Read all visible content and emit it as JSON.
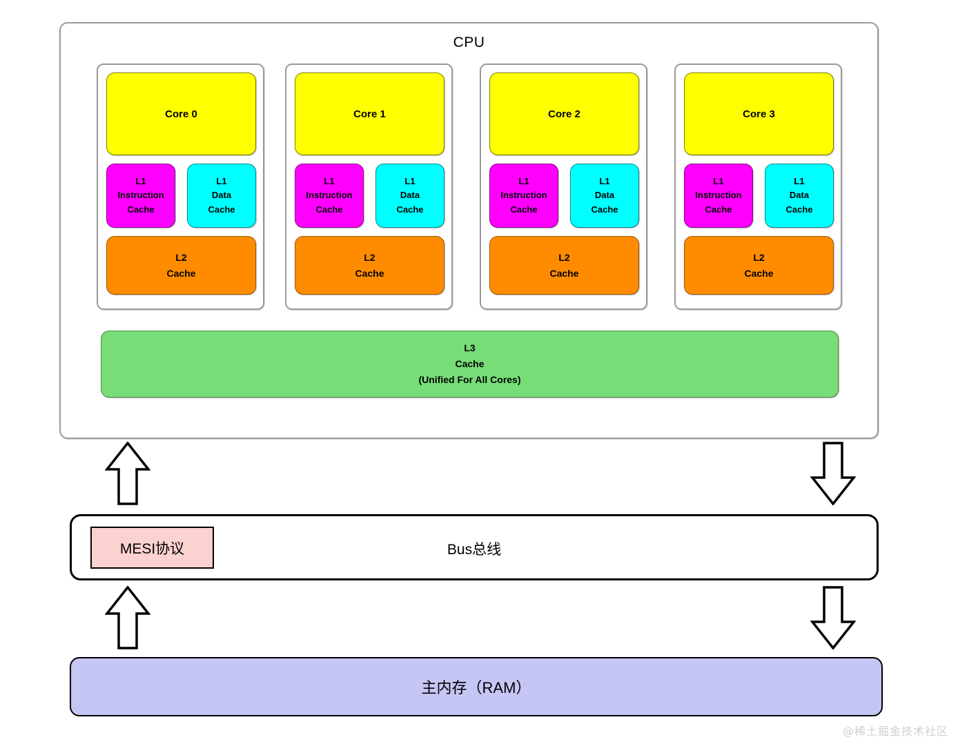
{
  "cpu": {
    "title": "CPU",
    "cores": [
      {
        "core_label": "Core 0",
        "l1_instruction": {
          "line1": "L1",
          "line2": "Instruction",
          "line3": "Cache"
        },
        "l1_data": {
          "line1": "L1",
          "line2": "Data",
          "line3": "Cache"
        },
        "l2": {
          "line1": "L2",
          "line2": "Cache"
        }
      },
      {
        "core_label": "Core 1",
        "l1_instruction": {
          "line1": "L1",
          "line2": "Instruction",
          "line3": "Cache"
        },
        "l1_data": {
          "line1": "L1",
          "line2": "Data",
          "line3": "Cache"
        },
        "l2": {
          "line1": "L2",
          "line2": "Cache"
        }
      },
      {
        "core_label": "Core 2",
        "l1_instruction": {
          "line1": "L1",
          "line2": "Instruction",
          "line3": "Cache"
        },
        "l1_data": {
          "line1": "L1",
          "line2": "Data",
          "line3": "Cache"
        },
        "l2": {
          "line1": "L2",
          "line2": "Cache"
        }
      },
      {
        "core_label": "Core 3",
        "l1_instruction": {
          "line1": "L1",
          "line2": "Instruction",
          "line3": "Cache"
        },
        "l1_data": {
          "line1": "L1",
          "line2": "Data",
          "line3": "Cache"
        },
        "l2": {
          "line1": "L2",
          "line2": "Cache"
        }
      }
    ],
    "l3": {
      "line1": "L3",
      "line2": "Cache",
      "line3": "(Unified For All Cores)"
    }
  },
  "bus": {
    "label": "Bus总线",
    "mesi_label": "MESI协议"
  },
  "memory": {
    "label": "主内存（RAM）"
  },
  "arrows": [
    {
      "name": "arrow-bus-to-cpu",
      "direction": "up"
    },
    {
      "name": "arrow-cpu-to-bus",
      "direction": "down"
    },
    {
      "name": "arrow-ram-to-bus",
      "direction": "up"
    },
    {
      "name": "arrow-bus-to-ram",
      "direction": "down"
    }
  ],
  "watermark": "@稀土掘金技术社区",
  "colors": {
    "core": "#ffff00",
    "l1_instruction": "#ff00ff",
    "l1_data": "#00ffff",
    "l2": "#ff8c00",
    "l3": "#77dd77",
    "mesi": "#fbd2d0",
    "ram": "#c5c6f4",
    "container_border": "#9a9a9a"
  }
}
